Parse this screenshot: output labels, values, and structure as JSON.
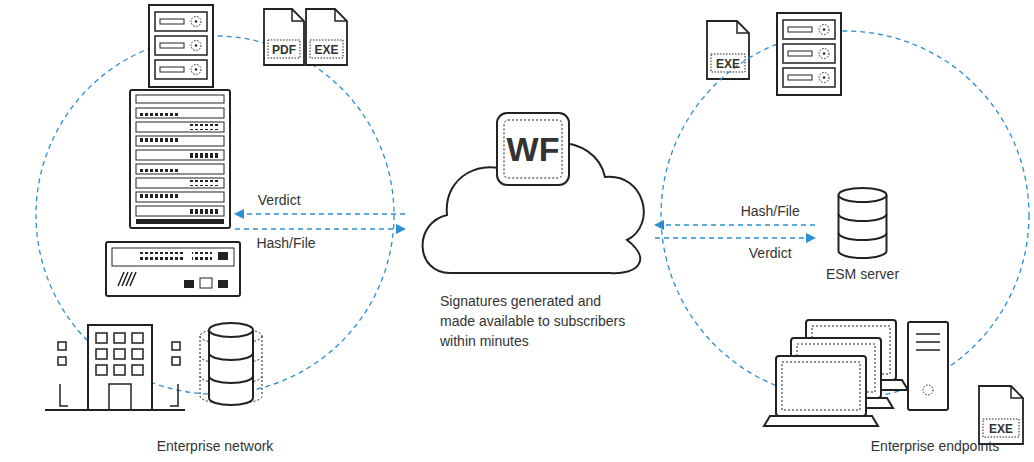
{
  "diagram": {
    "nodes": [
      {
        "text": [
          "Enterprise network"
        ]
      },
      {
        "text": [
          "PDF"
        ]
      },
      {
        "text": [
          "EXE"
        ]
      },
      {
        "text": [
          "WF"
        ]
      },
      {
        "text": [
          "EXE"
        ]
      },
      {
        "text": [
          "Enterprise endpoints"
        ]
      },
      {
        "text": [
          "ESM server"
        ],
        "in": 5
      },
      {
        "text": [
          "EXE"
        ]
      }
    ],
    "edges": [
      {
        "from": 3,
        "to": 0,
        "label": "Verdict",
        "arrow": "to"
      },
      {
        "from": 0,
        "to": 3,
        "label": "Hash/File",
        "arrow": "to"
      },
      {
        "from": 6,
        "to": 3,
        "label": "Hash/File",
        "arrow": "to"
      },
      {
        "from": 3,
        "to": 6,
        "label": "Verdict",
        "arrow": "to"
      }
    ],
    "labels": [
      "Signatures generated and made available to subscribers within minutes"
    ]
  }
}
